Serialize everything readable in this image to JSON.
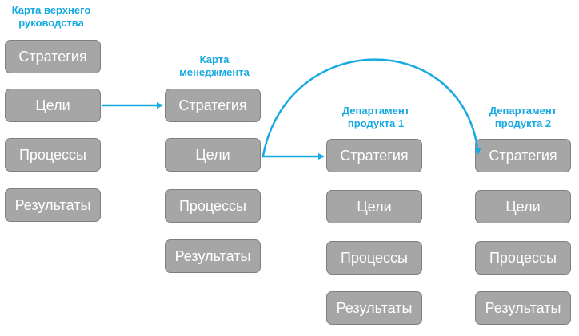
{
  "columns": [
    {
      "title_line1": "Карта верхнего",
      "title_line2": "руководства",
      "items": [
        "Стратегия",
        "Цели",
        "Процессы",
        "Результаты"
      ]
    },
    {
      "title_line1": "Карта",
      "title_line2": "менеджмента",
      "items": [
        "Стратегия",
        "Цели",
        "Процессы",
        "Результаты"
      ]
    },
    {
      "title_line1": "Департамент",
      "title_line2": "продукта 1",
      "items": [
        "Стратегия",
        "Цели",
        "Процессы",
        "Результаты"
      ]
    },
    {
      "title_line1": "Департамент",
      "title_line2": "продукта 2",
      "items": [
        "Стратегия",
        "Цели",
        "Процессы",
        "Результаты"
      ]
    }
  ],
  "colors": {
    "accent": "#17a9e1",
    "box_fill": "#a6a6a6",
    "box_border": "#7f7f7f",
    "box_text": "#ffffff"
  }
}
